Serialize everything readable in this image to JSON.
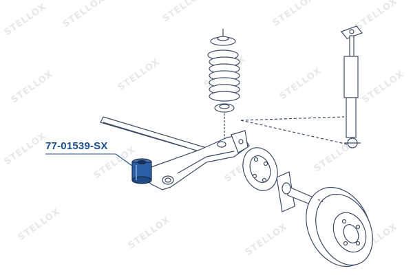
{
  "watermark": {
    "text": "STELLOX",
    "color": "#e7e7e7"
  },
  "part_label": {
    "text": "77-01539-SX",
    "color": "#1a4f8f"
  },
  "colors": {
    "line": "#3a4a66",
    "highlight": "#2a5fa8",
    "leader": "#1a4f8f"
  },
  "components": [
    {
      "name": "coil-spring"
    },
    {
      "name": "shock-absorber"
    },
    {
      "name": "rear-axle-beam"
    },
    {
      "name": "trailing-arm-bushing"
    },
    {
      "name": "brake-backing-plate"
    },
    {
      "name": "stub-axle"
    },
    {
      "name": "brake-drum"
    }
  ]
}
